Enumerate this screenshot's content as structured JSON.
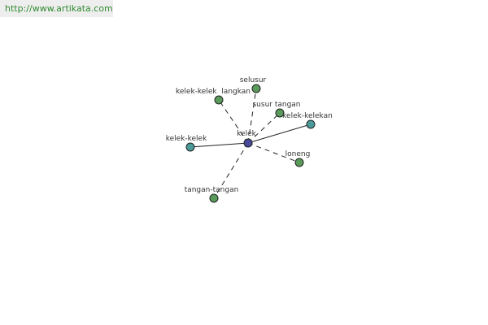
{
  "header": {
    "source_url": "http://www.artikata.com"
  },
  "graph": {
    "center": {
      "id": "kelek",
      "label": "kelek",
      "color": "#4a4a9a"
    },
    "nodes": [
      {
        "id": "selusur",
        "label": "selusur",
        "color": "#5a9a5a",
        "relation": "dashed"
      },
      {
        "id": "kelek-kelek-langkan",
        "label": "kelek-kelek  langkan",
        "color": "#5a9a5a",
        "relation": "dashed"
      },
      {
        "id": "susur-tangan",
        "label": "susur tangan",
        "color": "#5a9a5a",
        "relation": "dashed"
      },
      {
        "id": "kelek-kelekan",
        "label": "kelek-kelekan",
        "color": "#4a9a9a",
        "relation": "solid"
      },
      {
        "id": "kelek-kelek",
        "label": "kelek-kelek",
        "color": "#4a9a9a",
        "relation": "solid"
      },
      {
        "id": "loneng",
        "label": "loneng",
        "color": "#5a9a5a",
        "relation": "dashed"
      },
      {
        "id": "tangan-tangan",
        "label": "tangan-tangan",
        "color": "#5a9a5a",
        "relation": "dashed"
      }
    ]
  }
}
